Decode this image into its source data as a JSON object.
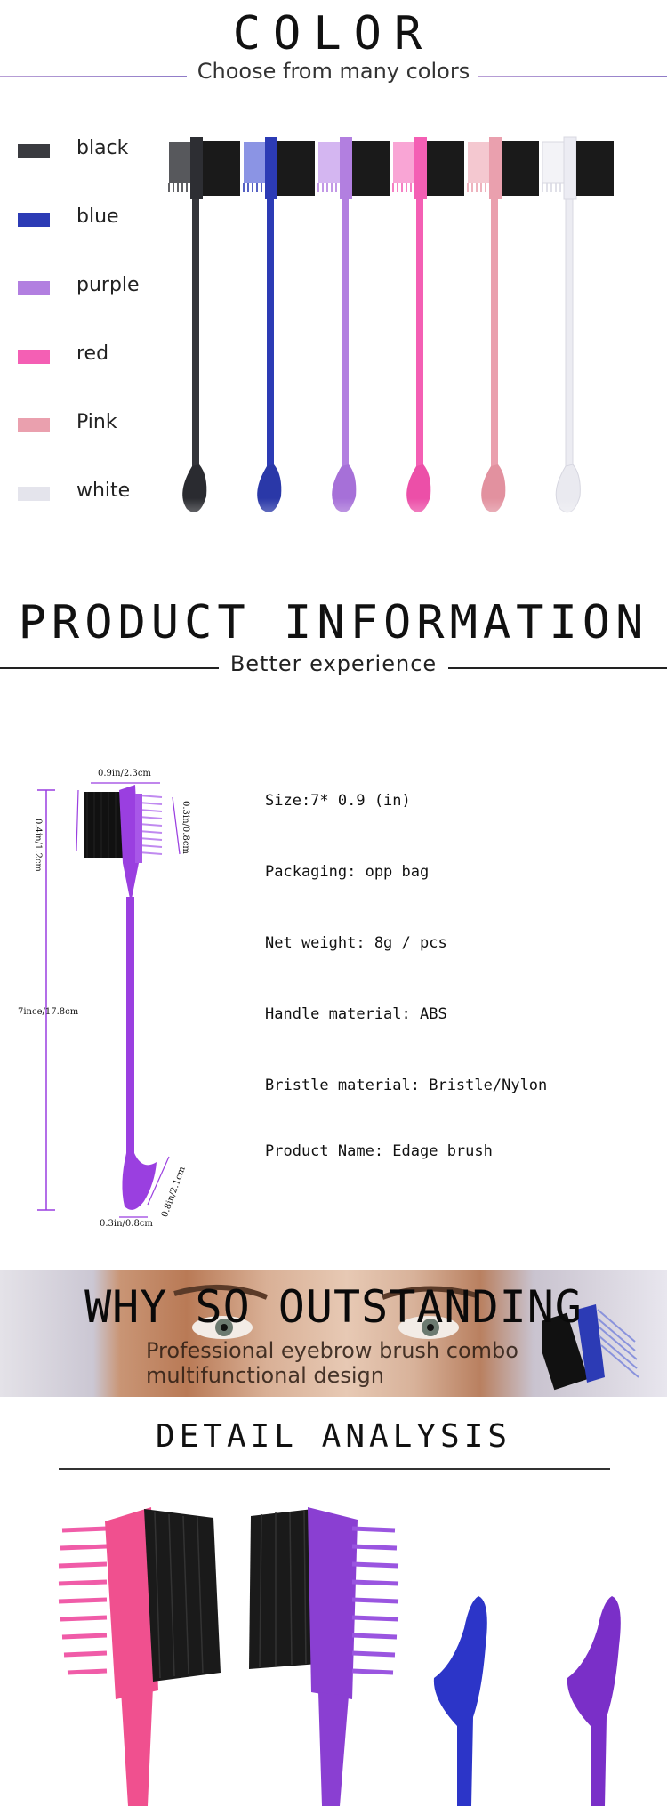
{
  "color_section": {
    "title": "COLOR",
    "subtitle": "Choose from many colors",
    "colors": [
      {
        "label": "black",
        "hex": "#3a3b40"
      },
      {
        "label": "blue",
        "hex": "#2c3bb5"
      },
      {
        "label": "purple",
        "hex": "#b27fe0"
      },
      {
        "label": "red",
        "hex": "#f45fb4"
      },
      {
        "label": "Pink",
        "hex": "#eaa0ae"
      },
      {
        "label": "white",
        "hex": "#e4e4ec"
      }
    ]
  },
  "info_section": {
    "title": "PRODUCT INFORMATION",
    "subtitle": "Better experience",
    "items": [
      "Size:7* 0.9 (in)",
      "Packaging: opp bag",
      "Net weight: 8g / pcs",
      "Handle material: ABS",
      "Bristle material: Bristle/Nylon",
      "Product Name: Edage brush"
    ],
    "dimensions": {
      "top_width": "0.9in/2.3cm",
      "bristle_height": "0.4in/1.2cm",
      "comb_height": "0.3in/0.8cm",
      "total_length": "7ince/17.8cm",
      "tip_length": "0.8in/2.1cm",
      "tip_width": "0.3in/0.8cm"
    },
    "accent": "#9a3fe0"
  },
  "banner": {
    "title": "WHY SO OUTSTANDING",
    "line1": "Professional eyebrow brush combo",
    "line2": "multifunctional design"
  },
  "detail_section": {
    "title": "DETAIL ANALYSIS"
  }
}
